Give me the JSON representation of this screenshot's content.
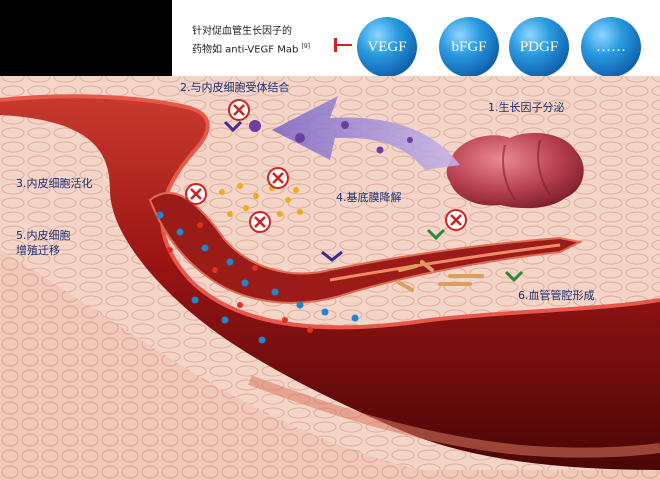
{
  "legend": {
    "drug_text_line1": "针对促血管生长因子的",
    "drug_text_line2": "药物如 anti-VEGF Mab",
    "drug_text_ref": "[9]",
    "factors": [
      "VEGF",
      "bFGF",
      "PDGF",
      "……"
    ]
  },
  "steps": {
    "s1": "1.生长因子分泌",
    "s2": "2.与内皮细胞受体结合",
    "s3": "3.内皮细胞活化",
    "s4": "4.基底膜降解",
    "s5_line1": "5.内皮细胞",
    "s5_line2": "增殖迁移",
    "s6": "6.血管管腔形成"
  },
  "colors": {
    "tissue": "#f2cfc0",
    "vessel_dark": "#6e0c0c",
    "vessel_red": "#b4211b",
    "tumor": "#b8404f",
    "arrow": "#9a7fcf",
    "factor_blue": "#1f86d0",
    "inhibit_red": "#d32020",
    "label_navy": "#1a2f73"
  }
}
